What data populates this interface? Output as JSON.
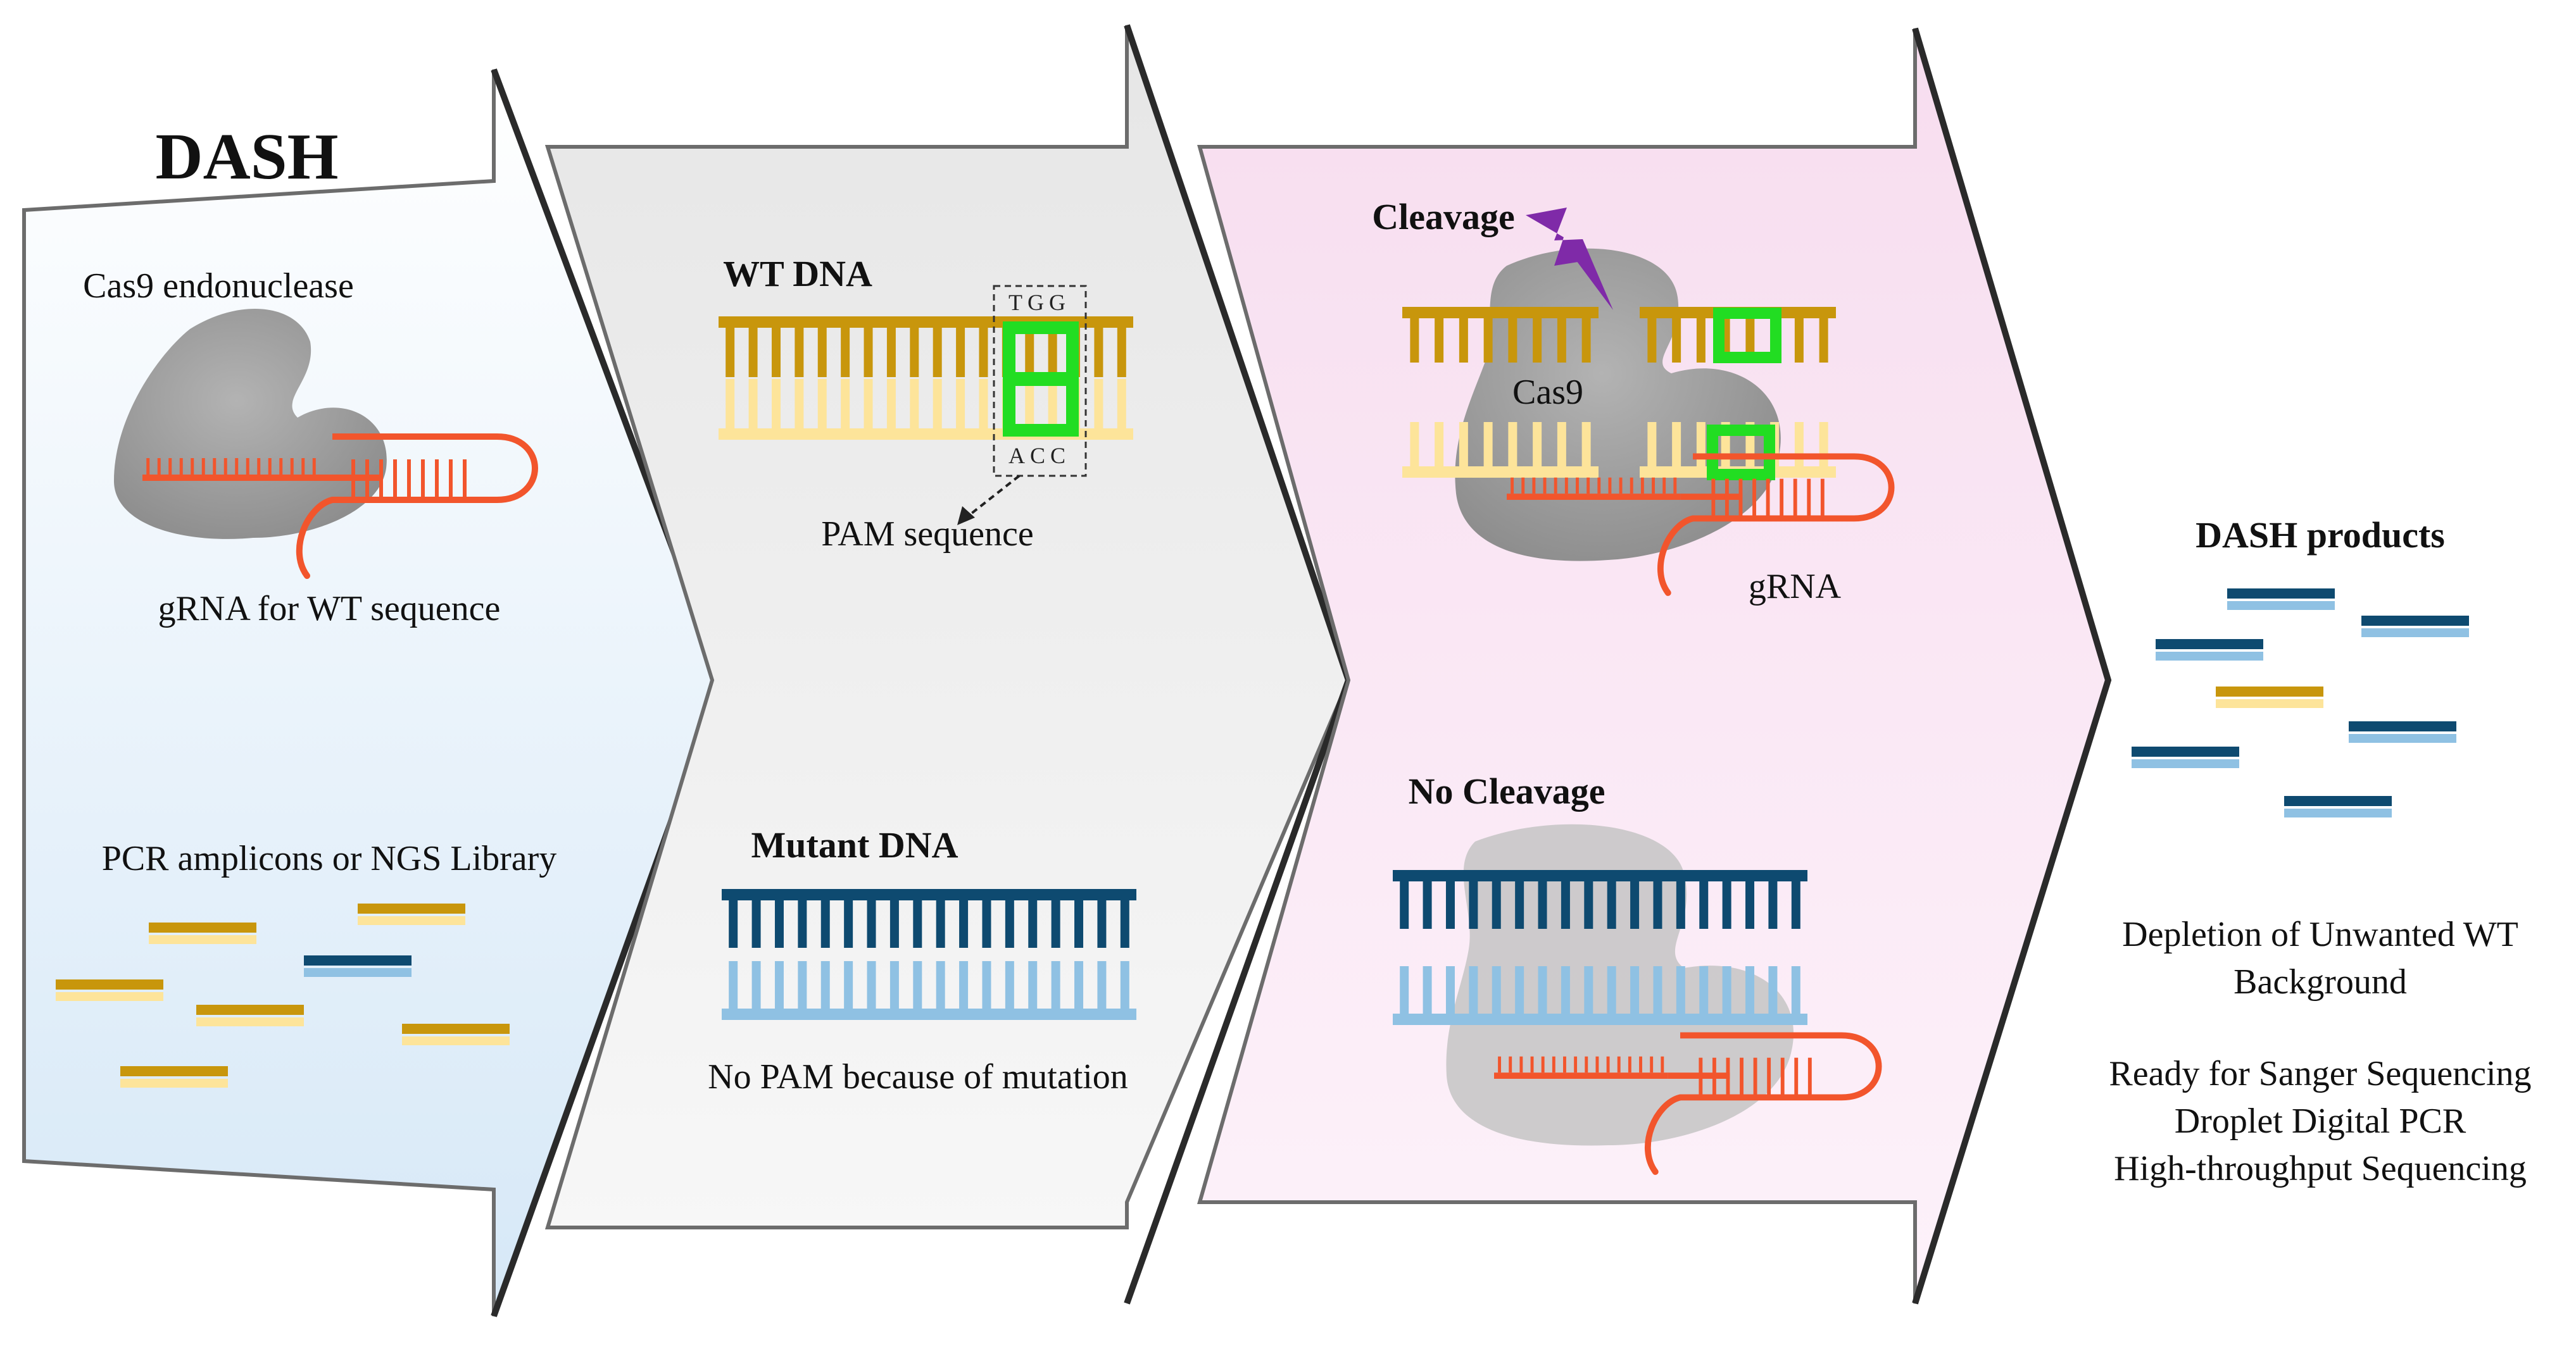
{
  "panel1": {
    "title": "DASH",
    "cas9_label": "Cas9 endonuclease",
    "grna_label": "gRNA for WT sequence",
    "library_label": "PCR amplicons or NGS Library"
  },
  "panel2": {
    "wt_title": "WT DNA",
    "pam_top": "TGG",
    "pam_bottom": "ACC",
    "pam_label": "PAM sequence",
    "mutant_title": "Mutant DNA",
    "no_pam_label": "No PAM because of mutation"
  },
  "panel3": {
    "cleavage_label": "Cleavage",
    "cas9_label": "Cas9",
    "grna_label": "gRNA",
    "no_cleavage_label": "No Cleavage"
  },
  "panel4": {
    "title": "DASH products",
    "desc_line1": "Depletion of Unwanted WT",
    "desc_line2": "Background",
    "use_line1": "Ready for Sanger Sequencing",
    "use_line2": "Droplet Digital PCR",
    "use_line3": "High-throughput Sequencing"
  },
  "colors": {
    "gold": "#c8960c",
    "gold_light": "#fde49a",
    "navy": "#0e4a70",
    "sky": "#8fc1e3",
    "pam_green": "#22dd22",
    "grna_orange": "#f2552c",
    "cas9_gray": "#9a9a9a",
    "bolt_purple": "#7f2aa8"
  }
}
